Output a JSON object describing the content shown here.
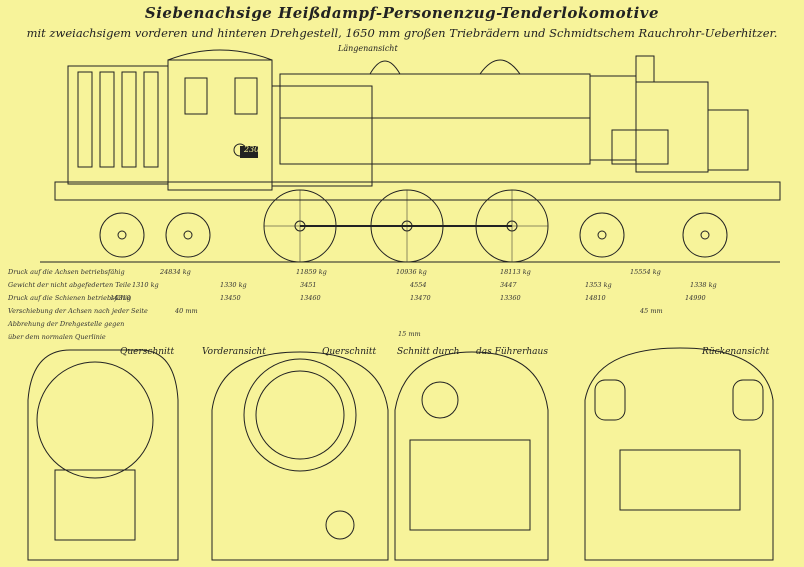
{
  "title": "Siebenachsige Heißdampf-Personenzug-Tenderlokomotive",
  "subtitle": "mit zweiachsigem vorderen und hinteren Drehgestell, 1650 mm großen Triebrädern und Schmidtschem Rauchrohr-Ueberhitzer.",
  "side_view_label": "Längenansicht",
  "cab_plate": "230",
  "weight_table": {
    "row_labels": [
      "Druck auf die Achsen betriebsfähig",
      "Gewicht der nicht abgefederten Teile",
      "Druck auf die Schienen betriebsfähig",
      "Verschiebung der Achsen nach jeder Seite",
      "Abbrehung der Drehgestelle gegen",
      "über dem normalen Querlinie"
    ],
    "row1": [
      "24834 kg",
      "11859 kg",
      "10936 kg",
      "18113 kg",
      "15554 kg"
    ],
    "row2": [
      "1310 kg",
      "1330 kg",
      "3451",
      "4554",
      "3447",
      "1353 kg",
      "1338 kg"
    ],
    "row3": [
      "14310",
      "13450",
      "13460",
      "13470",
      "13360",
      "14810",
      "14990"
    ],
    "row4": [
      "40 mm",
      "45 mm"
    ],
    "row5": [
      "15 mm"
    ]
  },
  "section_labels": [
    "Querschnitt",
    "Vorderansicht",
    "Querschnitt",
    "Schnitt durch",
    "das Führerhaus",
    "Rückenansicht"
  ]
}
